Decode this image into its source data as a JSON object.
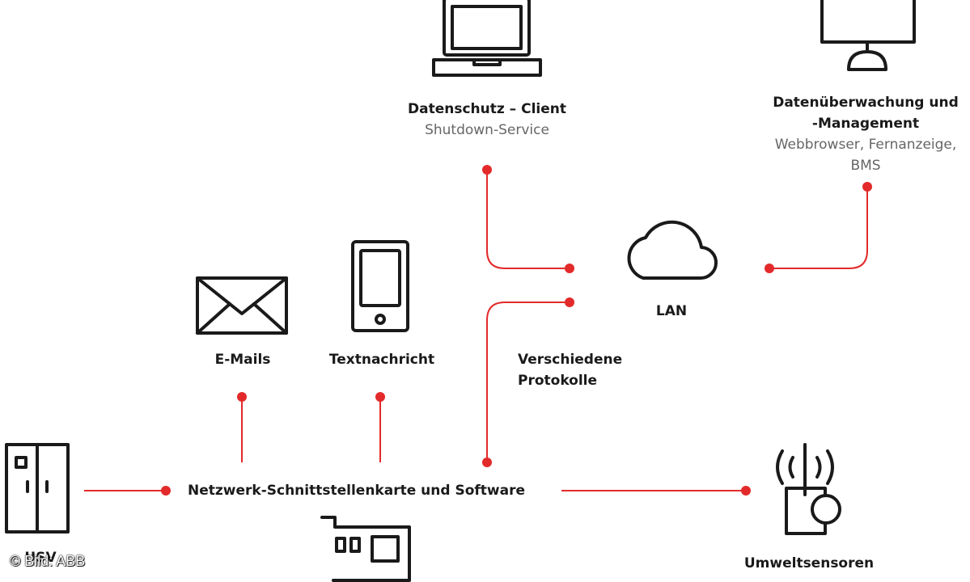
{
  "nodes": {
    "datenschutz": {
      "title": "Datenschutz – Client",
      "subtitle": "Shutdown-Service"
    },
    "datenueberwachung": {
      "title_line1": "Datenüberwachung und",
      "title_line2": "-Management",
      "subtitle_line1": "Webbrowser, Fernanzeige,",
      "subtitle_line2": "BMS"
    },
    "lan": {
      "title": "LAN"
    },
    "emails": {
      "title": "E-Mails"
    },
    "textnachricht": {
      "title": "Textnachricht"
    },
    "protokolle": {
      "title_line1": "Verschiedene",
      "title_line2": "Protokolle"
    },
    "nic": {
      "title": "Netzwerk-Schnittstellenkarte und Software"
    },
    "usv": {
      "title": "USV"
    },
    "umweltsensoren": {
      "title": "Umweltsensoren"
    }
  },
  "credit": "© Bild: ABB",
  "colors": {
    "connector": "#e32a2a",
    "icon": "#1a1a1a",
    "subtitle": "#666666"
  },
  "icons": [
    "laptop-icon",
    "monitor-icon",
    "cloud-icon",
    "envelope-icon",
    "smartphone-icon",
    "ups-cabinet-icon",
    "network-card-icon",
    "sensor-icon"
  ]
}
